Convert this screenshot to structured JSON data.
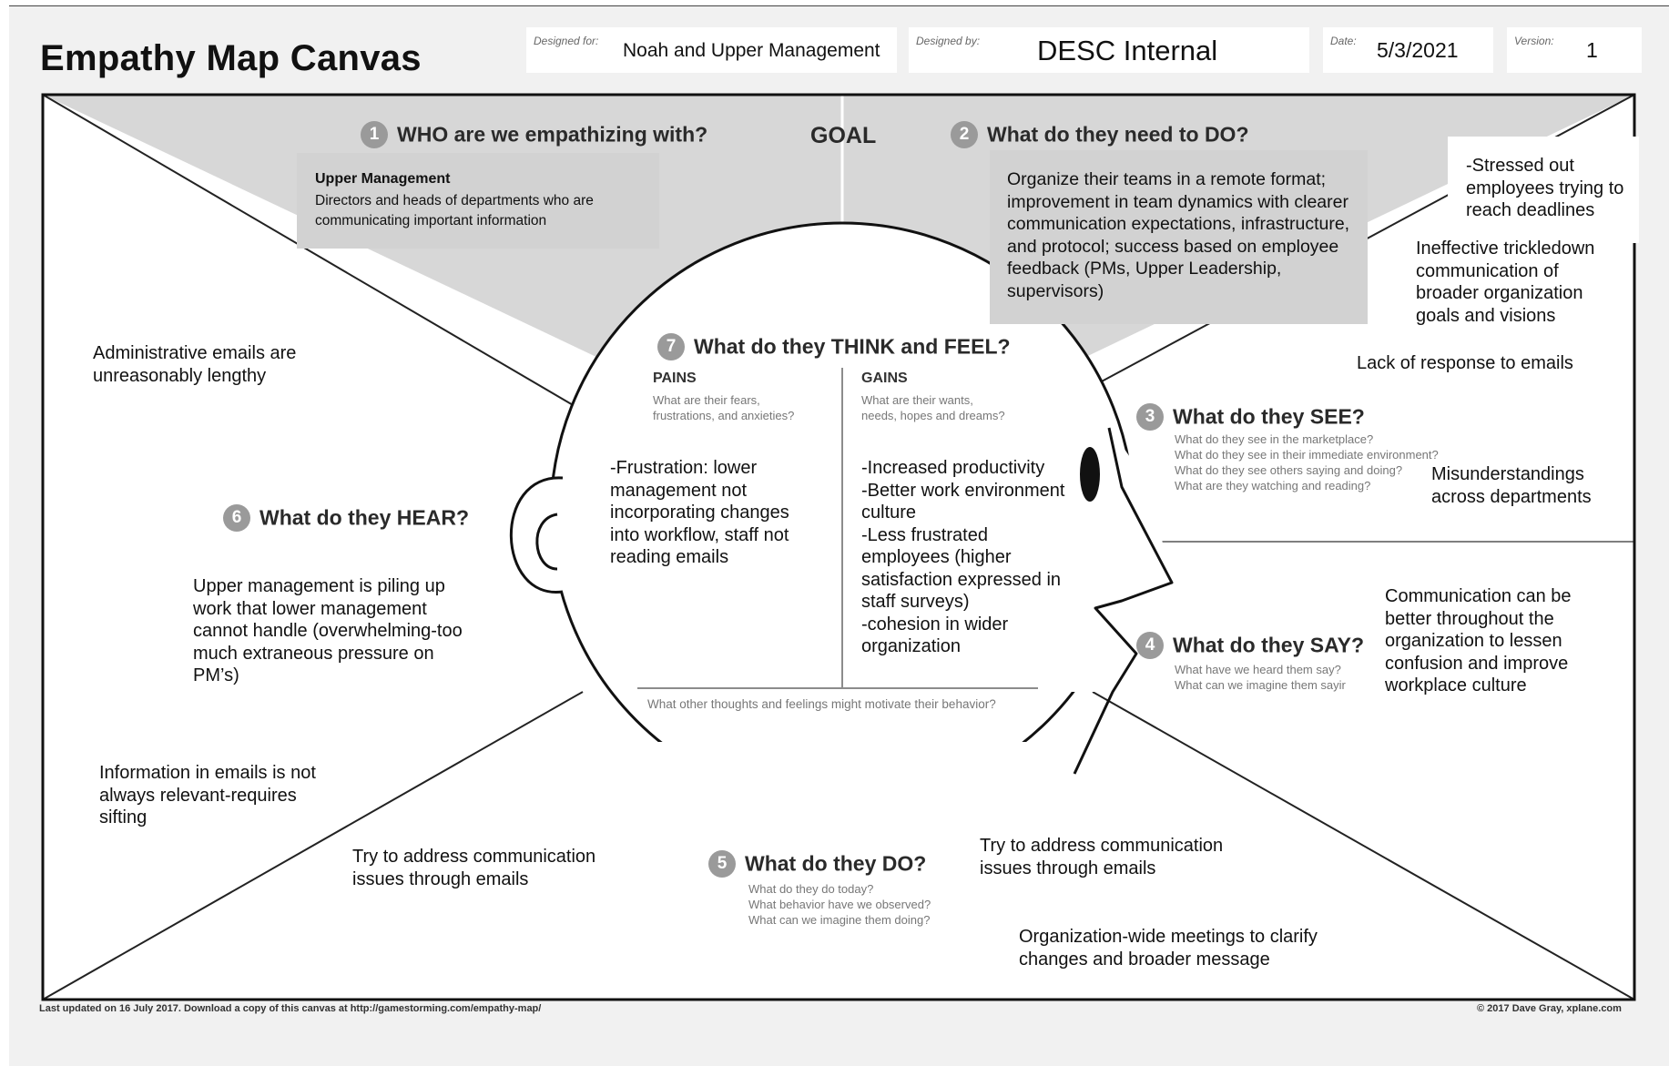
{
  "header": {
    "title": "Empathy Map Canvas",
    "designed_for_label": "Designed for:",
    "designed_for": "Noah and Upper Management",
    "designed_by_label": "Designed by:",
    "designed_by": "DESC Internal",
    "date_label": "Date:",
    "date": "5/3/2021",
    "version_label": "Version:",
    "version": "1"
  },
  "goal": {
    "label": "GOAL"
  },
  "sections": {
    "who": {
      "number": "1",
      "title": "WHO are we empathizing with?",
      "box_heading": "Upper Management",
      "box_text": "Directors and heads of departments who are communicating important information"
    },
    "do_need": {
      "number": "2",
      "title": "What do they need to DO?",
      "box_text": "Organize their teams in a remote format; improvement in team dynamics with clearer communication expectations, infrastructure, and protocol; success based on employee feedback (PMs, Upper Leadership, supervisors)"
    },
    "see": {
      "number": "3",
      "title": "What do they SEE?",
      "prompts": [
        "What do they see in the marketplace?",
        "What do they see in their immediate environment?",
        "What do they see others saying and doing?",
        "What are they watching and reading?"
      ]
    },
    "say": {
      "number": "4",
      "title": "What do they SAY?",
      "prompts": [
        "What have we heard them say?",
        "What can we imagine them sayir"
      ]
    },
    "do": {
      "number": "5",
      "title": "What do they DO?",
      "prompts": [
        "What do they do today?",
        "What behavior have we observed?",
        "What can we imagine them doing?"
      ]
    },
    "hear": {
      "number": "6",
      "title": "What do they HEAR?"
    },
    "think_feel": {
      "number": "7",
      "title": "What do they THINK and FEEL?",
      "pains_label": "PAINS",
      "pains_prompt_1": "What are their fears,",
      "pains_prompt_2": "frustrations, and anxieties?",
      "gains_label": "GAINS",
      "gains_prompt_1": "What are their wants,",
      "gains_prompt_2": "needs, hopes and dreams?",
      "pains_text": "-Frustration: lower management not incorporating changes into workflow, staff not reading emails",
      "gains_text": "-Increased productivity\n-Better work environment culture\n-Less frustrated employees (higher satisfaction expressed in staff surveys)\n-cohesion in wider organization",
      "bottom_prompt": "What other thoughts and feelings might motivate their behavior?"
    }
  },
  "notes": {
    "stressed": "-Stressed out employees trying to reach deadlines",
    "ineffective": "Ineffective trickledown communication of broader organization goals and visions",
    "lack_response": "Lack of response to emails",
    "misunderstandings": "Misunderstandings across departments",
    "communication_better": "Communication can be better throughout the organization to lessen confusion and improve workplace culture",
    "admin_emails": "Administrative emails are unreasonably lengthy",
    "upper_piling": "Upper management is piling up work that lower management cannot handle (overwhelming-too much extraneous pressure on PM’s)",
    "info_emails": "Information in emails is not always relevant-requires sifting",
    "try_address_left": "Try to address communication issues through emails",
    "try_address_right": "Try to address communication issues through emails",
    "org_meetings": "Organization-wide meetings to clarify changes and broader message"
  },
  "footer": {
    "left": "Last updated on 16 July 2017. Download a copy of this canvas at http://gamestorming.com/empathy-map/",
    "right": "© 2017 Dave Gray, xplane.com"
  }
}
